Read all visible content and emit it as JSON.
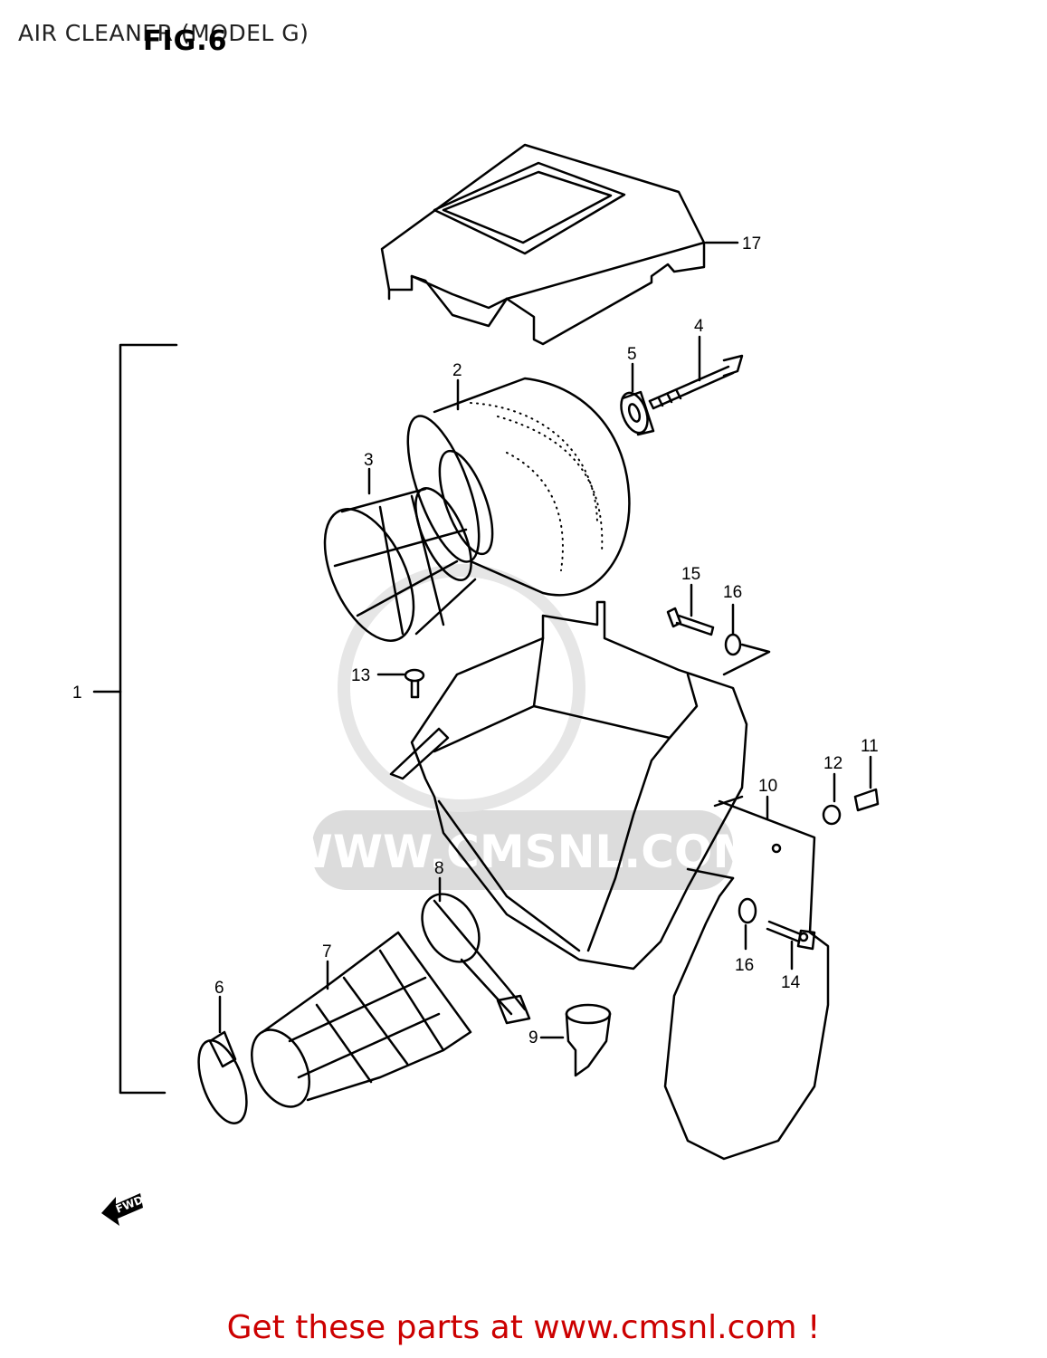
{
  "header": {
    "title": "AIR CLEANER (MODEL G)",
    "figure": "FIG.6"
  },
  "callouts": [
    "1",
    "2",
    "3",
    "4",
    "5",
    "6",
    "7",
    "8",
    "9",
    "10",
    "11",
    "12",
    "13",
    "14",
    "15",
    "16",
    "16",
    "17"
  ],
  "watermark": {
    "text": "WWW.CMSNL.COM",
    "color": "#d8d8d8"
  },
  "direction_marker": {
    "text": "FWD"
  },
  "footer": {
    "text": "Get these parts at www.cmsnl.com !",
    "color": "#cc0000"
  }
}
